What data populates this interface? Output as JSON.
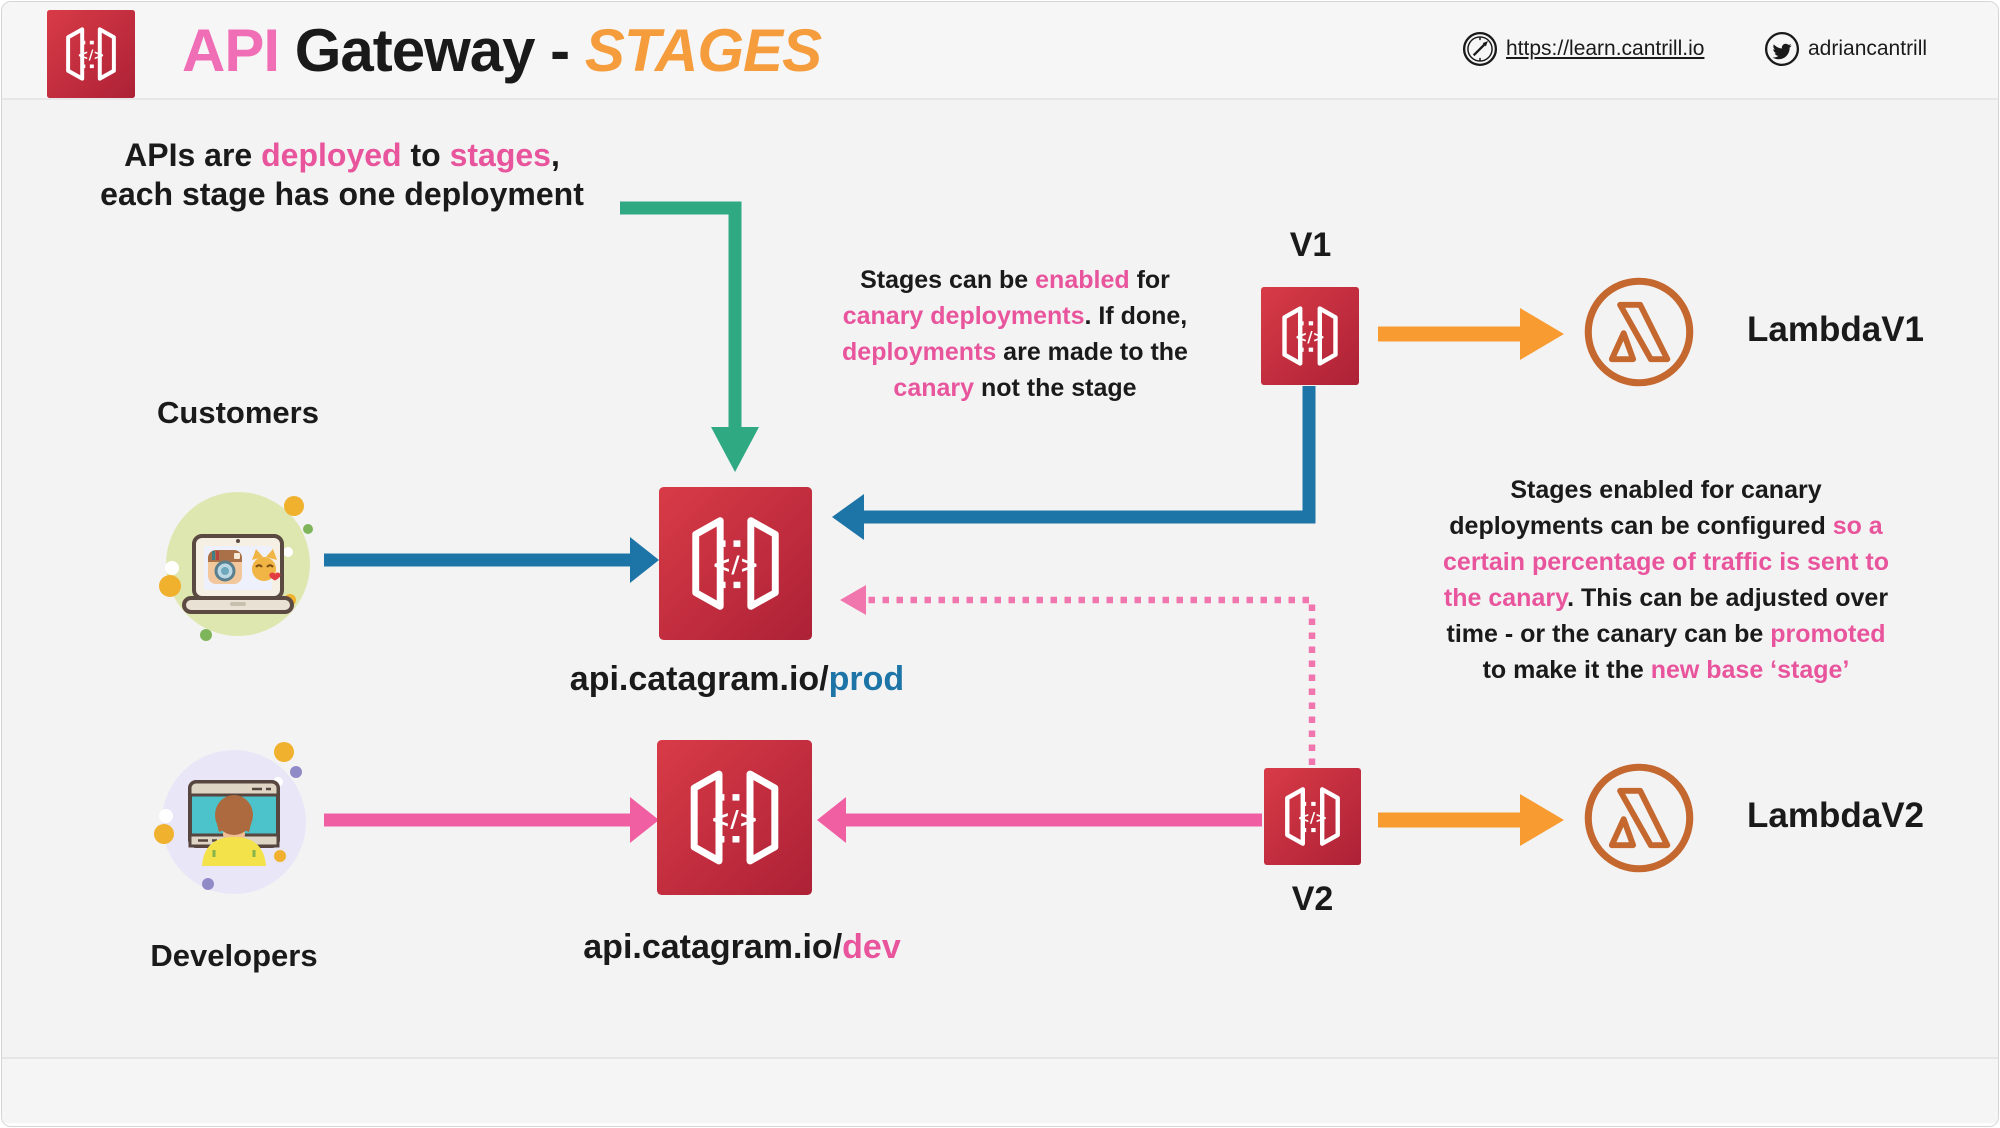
{
  "colors": {
    "black": "#1a1a1a",
    "pink": "#e8559d",
    "pink_title": "#f06eb5",
    "orange_title": "#f59d3d",
    "blue": "#1d74a6",
    "green": "#2fa982",
    "orange_arrow": "#f89b30",
    "lambda_orange": "#c4682f",
    "gateway_red": "#c5293b"
  },
  "header": {
    "title": [
      {
        "t": "API",
        "c": "pink_title"
      },
      {
        "t": " Gateway - ",
        "c": "black"
      },
      {
        "t": "STAGES",
        "c": "orange_title",
        "i": true
      }
    ],
    "site_link": "https://learn.cantrill.io",
    "twitter_handle": "adriancantrill"
  },
  "notes": {
    "deploy": {
      "lines": [
        [
          {
            "t": "APIs are ",
            "c": "black"
          },
          {
            "t": "deployed",
            "c": "pink"
          },
          {
            "t": " to ",
            "c": "black"
          },
          {
            "t": "stages",
            "c": "pink"
          },
          {
            "t": ",",
            "c": "black"
          }
        ],
        [
          {
            "t": "each stage has one deployment",
            "c": "black"
          }
        ]
      ]
    },
    "canary": {
      "lines": [
        [
          {
            "t": "Stages can be ",
            "c": "black"
          },
          {
            "t": "enabled",
            "c": "pink"
          },
          {
            "t": " for",
            "c": "black"
          }
        ],
        [
          {
            "t": "canary deployments",
            "c": "pink"
          },
          {
            "t": ". If done,",
            "c": "black"
          }
        ],
        [
          {
            "t": "deployments",
            "c": "pink"
          },
          {
            "t": " are made to the",
            "c": "black"
          }
        ],
        [
          {
            "t": "canary",
            "c": "pink"
          },
          {
            "t": " not the stage",
            "c": "black"
          }
        ]
      ]
    },
    "canary_config": {
      "lines": [
        [
          {
            "t": "Stages enabled for canary",
            "c": "black"
          }
        ],
        [
          {
            "t": "deployments can be configured ",
            "c": "black"
          },
          {
            "t": "so a",
            "c": "pink"
          }
        ],
        [
          {
            "t": "certain percentage of traffic is sent to",
            "c": "pink"
          }
        ],
        [
          {
            "t": "the canary",
            "c": "pink"
          },
          {
            "t": ". This can be adjusted over",
            "c": "black"
          }
        ],
        [
          {
            "t": "time - or the canary can be ",
            "c": "black"
          },
          {
            "t": "promoted",
            "c": "pink"
          }
        ],
        [
          {
            "t": "to make it the ",
            "c": "black"
          },
          {
            "t": "new base ‘stage’",
            "c": "pink"
          }
        ]
      ]
    }
  },
  "labels": {
    "customers": "Customers",
    "developers": "Developers",
    "v1": "V1",
    "v2": "V2",
    "lambda_v1": "LambdaV1",
    "lambda_v2": "LambdaV2",
    "prod_endpoint": [
      {
        "t": "api.catagram.io/",
        "c": "black"
      },
      {
        "t": "prod",
        "c": "blue"
      }
    ],
    "dev_endpoint": [
      {
        "t": "api.catagram.io/",
        "c": "black"
      },
      {
        "t": "dev",
        "c": "pink"
      }
    ]
  }
}
